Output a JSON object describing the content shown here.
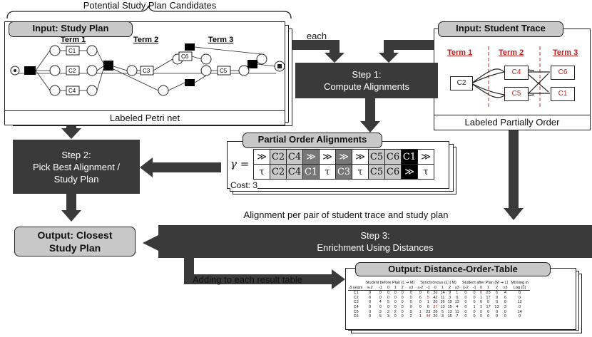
{
  "top_label": "Potential Study Plan Candidates",
  "study_plan": {
    "title": "Input: Study Plan",
    "caption": "Labeled Petri net",
    "terms": [
      "Term 1",
      "Term 2",
      "Term 3"
    ],
    "courses": [
      "C1",
      "C2",
      "C4",
      "C6",
      "C3",
      "C5"
    ]
  },
  "each_label": "each",
  "student_trace": {
    "title": "Input: Student Trace",
    "caption": "Labeled Partially Order",
    "terms": [
      "Term 1",
      "Term 2",
      "Term 3"
    ],
    "nodes": [
      "C2",
      "C4",
      "C5",
      "C6",
      "C1"
    ]
  },
  "step1": {
    "line1": "Step 1:",
    "line2": "Compute Alignments"
  },
  "step2": {
    "line1": "Step 2:",
    "line2": "Pick Best Alignment /",
    "line3": "Study Plan"
  },
  "step3": {
    "line1": "Step 3:",
    "line2": "Enrichment Using Distances"
  },
  "alignments": {
    "title": "Partial Order Alignments",
    "gamma": "γ =",
    "top_row": [
      "≫",
      "C2",
      "C4",
      "≫",
      "≫",
      "≫",
      "≫",
      "C5",
      "C6",
      "C1",
      "≫"
    ],
    "bottom_row": [
      "τ",
      "C2",
      "C4",
      "C1",
      "τ",
      "C3",
      "τ",
      "C5",
      "C6",
      "≫",
      "τ"
    ],
    "cost": "Cost: 3",
    "caption": "Alignment per pair of student trace and study plan"
  },
  "output_closest": {
    "line1": "Output: Closest",
    "line2": "Study Plan"
  },
  "adding_label": "Adding to each result table",
  "output_table": {
    "title": "Output: Distance-Order-Table",
    "group_headers": [
      "Student before Plan (L ⇝ M)",
      "Synchronous (L || M)",
      "Student after Plan (M ⇝ L)",
      "Missing in"
    ],
    "sub_headers": [
      "Δ years",
      "≤-2",
      "-1",
      "0",
      "1",
      "2",
      "≥3",
      "≤-2",
      "-1",
      "0",
      "1",
      "2",
      "≥3",
      "≤-2",
      "-1",
      "0",
      "1",
      "2",
      "≥3",
      "Log (L̃)"
    ],
    "rows": [
      [
        "C1",
        "0",
        "0",
        "0",
        "0",
        "0",
        "0",
        "0",
        "6",
        "31",
        "14",
        "9",
        "1",
        "0",
        "0",
        "6",
        "23",
        "6",
        "4",
        "0"
      ],
      [
        "C2",
        "0",
        "0",
        "0",
        "0",
        "0",
        "0",
        "6",
        "5",
        "42",
        "11",
        "3",
        "0",
        "0",
        "0",
        "1",
        "17",
        "9",
        "6",
        "0"
      ],
      [
        "C3",
        "0",
        "4",
        "5",
        "0",
        "0",
        "0",
        "0",
        "1",
        "20",
        "26",
        "19",
        "13",
        "0",
        "0",
        "0",
        "0",
        "0",
        "0",
        "12"
      ],
      [
        "C4",
        "0",
        "0",
        "0",
        "0",
        "0",
        "0",
        "0",
        "6",
        "27",
        "13",
        "15",
        "4",
        "0",
        "1",
        "1",
        "17",
        "13",
        "3",
        "0"
      ],
      [
        "C5",
        "0",
        "3",
        "2",
        "2",
        "0",
        "0",
        "1",
        "23",
        "26",
        "5",
        "13",
        "11",
        "0",
        "0",
        "0",
        "0",
        "0",
        "0",
        "14"
      ],
      [
        "C6",
        "0",
        "5",
        "3",
        "0",
        "0",
        "2",
        "1",
        "44",
        "20",
        "3",
        "15",
        "7",
        "0",
        "0",
        "0",
        "0",
        "0",
        "0",
        "0"
      ]
    ],
    "red_cells": [
      "0.15",
      "1.8",
      "2.20",
      "3.9",
      "4.7",
      "5.8"
    ]
  }
}
